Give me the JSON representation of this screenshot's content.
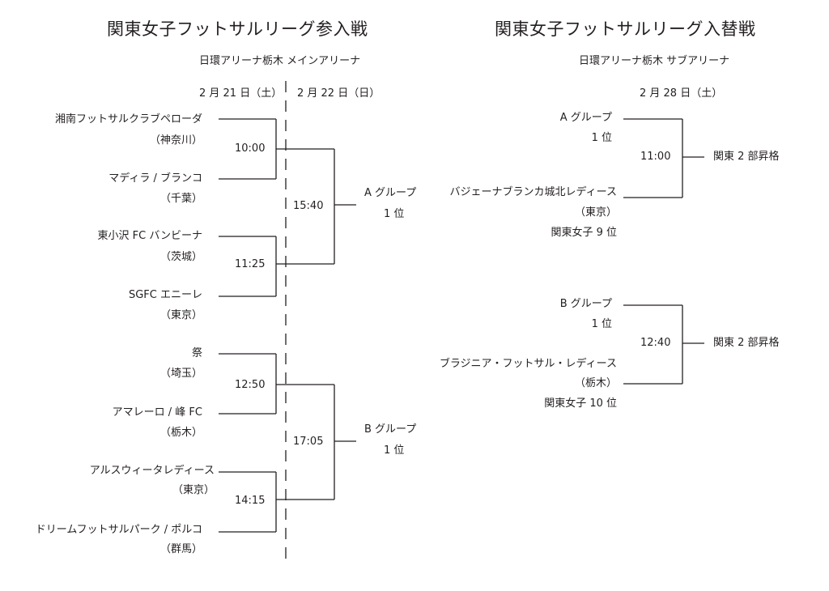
{
  "left": {
    "title": "関東女子フットサルリーグ参入戦",
    "venue": "日環アリーナ栃木 メインアリーナ",
    "day1": "2 月 21 日（土）",
    "day2": "2 月 22 日（日）",
    "bracket_a": {
      "match1": {
        "time": "10:00",
        "team1": {
          "name": "湘南フットサルクラブペローダ",
          "pref": "（神奈川）"
        },
        "team2": {
          "name": "マディラ / ブランコ",
          "pref": "（千葉）"
        }
      },
      "match2": {
        "time": "11:25",
        "team1": {
          "name": "東小沢 FC バンビーナ",
          "pref": "（茨城）"
        },
        "team2": {
          "name": "SGFC エニーレ",
          "pref": "（東京）"
        }
      },
      "final_time": "15:40",
      "winner_line1": "A グループ",
      "winner_line2": "1 位"
    },
    "bracket_b": {
      "match1": {
        "time": "12:50",
        "team1": {
          "name": "祭",
          "pref": "（埼玉）"
        },
        "team2": {
          "name": "アマレーロ / 峰 FC",
          "pref": "（栃木）"
        }
      },
      "match2": {
        "time": "14:15",
        "team1": {
          "name": "アルスウィータレディース",
          "pref": "（東京）"
        },
        "team2": {
          "name": "ドリームフットサルパーク / ポルコ",
          "pref": "（群馬）"
        }
      },
      "final_time": "17:05",
      "winner_line1": "B グループ",
      "winner_line2": "1 位"
    }
  },
  "right": {
    "title": "関東女子フットサルリーグ入替戦",
    "venue": "日環アリーナ栃木 サブアリーナ",
    "day": "2 月 28 日（土）",
    "match_a": {
      "time": "11:00",
      "team1_line1": "A グループ",
      "team1_line2": "1 位",
      "team2_name": "バジェーナブランカ城北レディース",
      "team2_pref": "（東京）",
      "team2_rank": "関東女子 9 位",
      "result": "関東 2 部昇格"
    },
    "match_b": {
      "time": "12:40",
      "team1_line1": "B グループ",
      "team1_line2": "1 位",
      "team2_name": "ブラジニア・フットサル・レディース",
      "team2_pref": "（栃木）",
      "team2_rank": "関東女子 10 位",
      "result": "関東 2 部昇格"
    }
  }
}
